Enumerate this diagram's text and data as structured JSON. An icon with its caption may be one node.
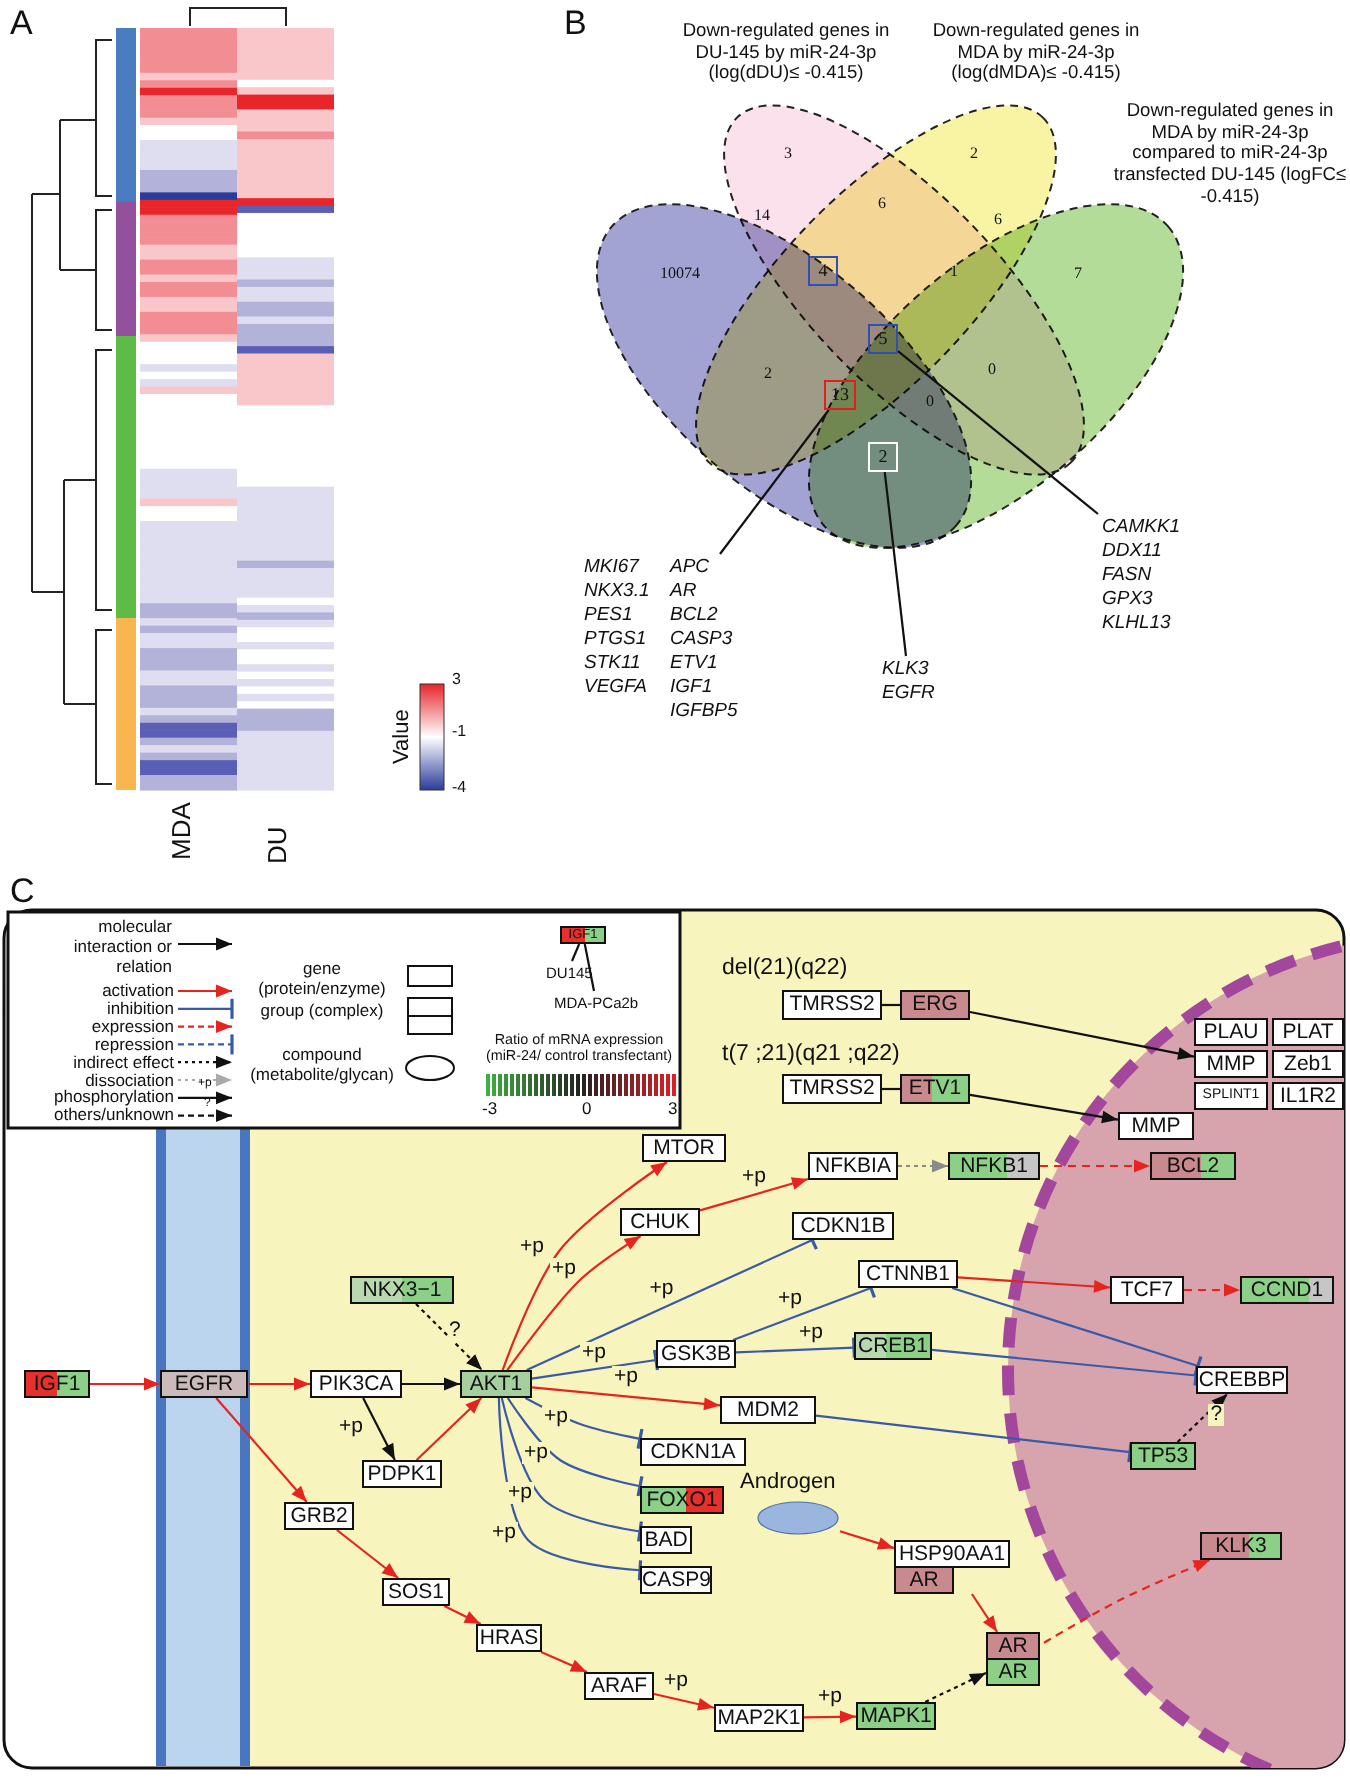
{
  "diagram": {
    "nodes": [
      {
        "text": [
          "4"
        ]
      },
      {
        "text": [
          "5"
        ]
      },
      {
        "text": [
          "13"
        ]
      },
      {
        "text": [
          "2"
        ]
      },
      {
        "text": [
          "MKI67 NKX3.1 PES1 PTGS1 STK11 VEGFA",
          "APC AR BCL2 CASP3 ETV1 IGF1 IGFBP5"
        ]
      },
      {
        "text": [
          "KLK3 EGFR"
        ]
      },
      {
        "text": [
          "CAMKK1 DDX11 FASN GPX3 KLHL13"
        ]
      },
      {
        "text": [
          "IGF1"
        ]
      },
      {
        "text": [
          "DU145"
        ]
      },
      {
        "text": [
          "MDA-PCa2b"
        ]
      },
      {
        "text": [
          "TMRSS2"
        ]
      },
      {
        "text": [
          "ERG"
        ]
      },
      {
        "text": [
          "TMRSS2"
        ]
      },
      {
        "text": [
          "ETV1"
        ]
      },
      {
        "text": [
          "PLAU"
        ]
      },
      {
        "text": [
          "PLAT"
        ]
      },
      {
        "text": [
          "MMP"
        ]
      },
      {
        "text": [
          "Zeb1"
        ]
      },
      {
        "text": [
          "SPLINT1"
        ]
      },
      {
        "text": [
          "IL1R2"
        ]
      },
      {
        "text": [
          "MTOR"
        ]
      },
      {
        "text": [
          "MMP"
        ]
      },
      {
        "text": [
          "CHUK"
        ]
      },
      {
        "text": [
          "NFKBIA"
        ]
      },
      {
        "text": [
          "NFKB1"
        ]
      },
      {
        "text": [
          "BCL2"
        ]
      },
      {
        "text": [
          "NKX3−1"
        ]
      },
      {
        "text": [
          "CDKN1B"
        ]
      },
      {
        "text": [
          "CTNNB1"
        ]
      },
      {
        "text": [
          "TCF7"
        ]
      },
      {
        "text": [
          "CCND1"
        ]
      },
      {
        "text": [
          "IGF1"
        ]
      },
      {
        "text": [
          "EGFR"
        ]
      },
      {
        "text": [
          "PIK3CA"
        ]
      },
      {
        "text": [
          "AKT1"
        ]
      },
      {
        "text": [
          "GSK3B"
        ]
      },
      {
        "text": [
          "CREB1"
        ]
      },
      {
        "text": [
          "CREBBP"
        ]
      },
      {
        "text": [
          "MDM2"
        ]
      },
      {
        "text": [
          "PDPK1"
        ]
      },
      {
        "text": [
          "CDKN1A"
        ]
      },
      {
        "text": [
          "TP53"
        ]
      },
      {
        "text": [
          "Androgen"
        ]
      },
      {
        "text": [
          "FOXO1"
        ]
      },
      {
        "text": [
          "HSP90AA1",
          "AR"
        ]
      },
      {
        "text": [
          "GRB2"
        ]
      },
      {
        "text": [
          "BAD"
        ]
      },
      {
        "text": [
          "CASP9"
        ]
      },
      {
        "text": [
          "KLK3"
        ]
      },
      {
        "text": [
          "SOS1"
        ]
      },
      {
        "text": [
          "AR",
          "AR"
        ]
      },
      {
        "text": [
          "HRAS"
        ]
      },
      {
        "text": [
          "ARAF"
        ]
      },
      {
        "text": [
          "MAP2K1"
        ]
      },
      {
        "text": [
          "MAPK1"
        ]
      }
    ],
    "edges": [
      {
        "from": 4,
        "to": 2,
        "arrow": "none",
        "color": "#111111"
      },
      {
        "from": 5,
        "to": 3,
        "arrow": "none",
        "color": "#111111"
      },
      {
        "from": 6,
        "to": 1,
        "arrow": "none",
        "color": "#111111"
      },
      {
        "from": 8,
        "to": 7,
        "arrow": "none",
        "color": "#111111"
      },
      {
        "from": 9,
        "to": 7,
        "arrow": "none",
        "color": "#111111"
      },
      {
        "from": 10,
        "to": 11,
        "arrow": "none",
        "color": "#111111"
      },
      {
        "from": 12,
        "to": 13,
        "arrow": "none",
        "color": "#111111"
      },
      {
        "from": 11,
        "to": 16,
        "arrow": "to",
        "color": "#111111"
      },
      {
        "from": 13,
        "to": 21,
        "arrow": "to",
        "color": "#111111"
      },
      {
        "from": 31,
        "to": 32,
        "arrow": "to",
        "color": "#e52420"
      },
      {
        "from": 32,
        "to": 33,
        "arrow": "to",
        "color": "#e52420"
      },
      {
        "from": 33,
        "to": 34,
        "arrow": "to",
        "color": "#111111"
      },
      {
        "from": 33,
        "to": 39,
        "arrow": "to",
        "label": "+p",
        "color": "#111111"
      },
      {
        "from": 39,
        "to": 34,
        "arrow": "to",
        "color": "#e52420"
      },
      {
        "from": 26,
        "to": 34,
        "arrow": "to",
        "label": "?",
        "style": "dashed",
        "color": "#111111"
      },
      {
        "from": 34,
        "to": 20,
        "arrow": "to",
        "label": "+p",
        "color": "#e52420"
      },
      {
        "from": 34,
        "to": 22,
        "arrow": "to",
        "label": "+p",
        "color": "#e52420"
      },
      {
        "from": 22,
        "to": 23,
        "arrow": "to",
        "label": "+p",
        "color": "#e52420"
      },
      {
        "from": 23,
        "to": 24,
        "arrow": "to",
        "style": "dashed",
        "color": "#8a8a8a"
      },
      {
        "from": 24,
        "to": 25,
        "arrow": "to",
        "style": "dashed",
        "color": "#e52420"
      },
      {
        "from": 34,
        "to": 27,
        "arrow": "other",
        "label": "+p",
        "color": "#3a5aa8"
      },
      {
        "from": 34,
        "to": 35,
        "arrow": "other",
        "label": "+p",
        "color": "#3a5aa8"
      },
      {
        "from": 35,
        "to": 28,
        "arrow": "other",
        "label": "+p",
        "color": "#3a5aa8"
      },
      {
        "from": 35,
        "to": 36,
        "arrow": "other",
        "label": "+p",
        "color": "#3a5aa8"
      },
      {
        "from": 28,
        "to": 29,
        "arrow": "to",
        "color": "#e52420"
      },
      {
        "from": 29,
        "to": 30,
        "arrow": "to",
        "style": "dashed",
        "color": "#e52420"
      },
      {
        "from": 28,
        "to": 37,
        "arrow": "other",
        "color": "#3a5aa8"
      },
      {
        "from": 36,
        "to": 37,
        "arrow": "other",
        "color": "#3a5aa8"
      },
      {
        "from": 34,
        "to": 38,
        "arrow": "to",
        "label": "+p",
        "color": "#e52420"
      },
      {
        "from": 38,
        "to": 41,
        "arrow": "other",
        "color": "#3a5aa8"
      },
      {
        "from": 41,
        "to": 37,
        "arrow": "to",
        "label": "?",
        "style": "dashed",
        "color": "#111111"
      },
      {
        "from": 34,
        "to": 40,
        "arrow": "other",
        "label": "+p",
        "color": "#3a5aa8"
      },
      {
        "from": 34,
        "to": 43,
        "arrow": "other",
        "label": "+p",
        "color": "#3a5aa8"
      },
      {
        "from": 34,
        "to": 46,
        "arrow": "other",
        "label": "+p",
        "color": "#3a5aa8"
      },
      {
        "from": 34,
        "to": 47,
        "arrow": "other",
        "label": "+p",
        "color": "#3a5aa8"
      },
      {
        "from": 42,
        "to": 44,
        "arrow": "to",
        "color": "#e52420"
      },
      {
        "from": 44,
        "to": 50,
        "arrow": "to",
        "color": "#e52420"
      },
      {
        "from": 50,
        "to": 48,
        "arrow": "to",
        "style": "dashed",
        "color": "#e52420"
      },
      {
        "from": 32,
        "to": 45,
        "arrow": "to",
        "color": "#e52420"
      },
      {
        "from": 45,
        "to": 49,
        "arrow": "to",
        "color": "#e52420"
      },
      {
        "from": 49,
        "to": 51,
        "arrow": "to",
        "color": "#e52420"
      },
      {
        "from": 51,
        "to": 52,
        "arrow": "to",
        "color": "#e52420"
      },
      {
        "from": 52,
        "to": 53,
        "arrow": "to",
        "label": "+p",
        "color": "#e52420"
      },
      {
        "from": 53,
        "to": 54,
        "arrow": "to",
        "label": "+p",
        "color": "#e52420"
      },
      {
        "from": 54,
        "to": 50,
        "arrow": "to",
        "style": "dashed",
        "color": "#111111"
      }
    ],
    "labels": [
      "A",
      "MDA",
      "DU",
      "Value",
      "3",
      "-1",
      "-4",
      "B",
      "Down-regulated genes in DU-145 by miR-24-3p (log(dDU)≤ -0.415)",
      "Down-regulated genes in MDA by miR-24-3p (log(dMDA)≤ -0.415)",
      "Down-regulated genes in MDA by miR-24-3p compared to miR-24-3p transfected DU-145 (logFC≤ -0.415)",
      "3",
      "2",
      "14",
      "6",
      "6",
      "10074",
      "1",
      "7",
      "2",
      "0",
      "0",
      "C",
      "+p",
      "?",
      "Ratio of mRNA expression (miR-24/ control transfectant)",
      "-3",
      "0",
      "3",
      "del(21)(q22)",
      "t(7 ;21)(q21 ;q22)"
    ],
    "legend": [
      {
        "text": "molecular interaction or relation"
      },
      {
        "text": "activation"
      },
      {
        "text": "inhibition"
      },
      {
        "text": "expression"
      },
      {
        "text": "repression"
      },
      {
        "text": "indirect effect"
      },
      {
        "text": "dissociation"
      },
      {
        "text": "phosphorylation"
      },
      {
        "text": "others/unknown"
      },
      {
        "text": "gene (protein/enzyme)"
      },
      {
        "text": "group (complex)"
      },
      {
        "text": "compound (metabolite/glycan)"
      }
    ]
  }
}
